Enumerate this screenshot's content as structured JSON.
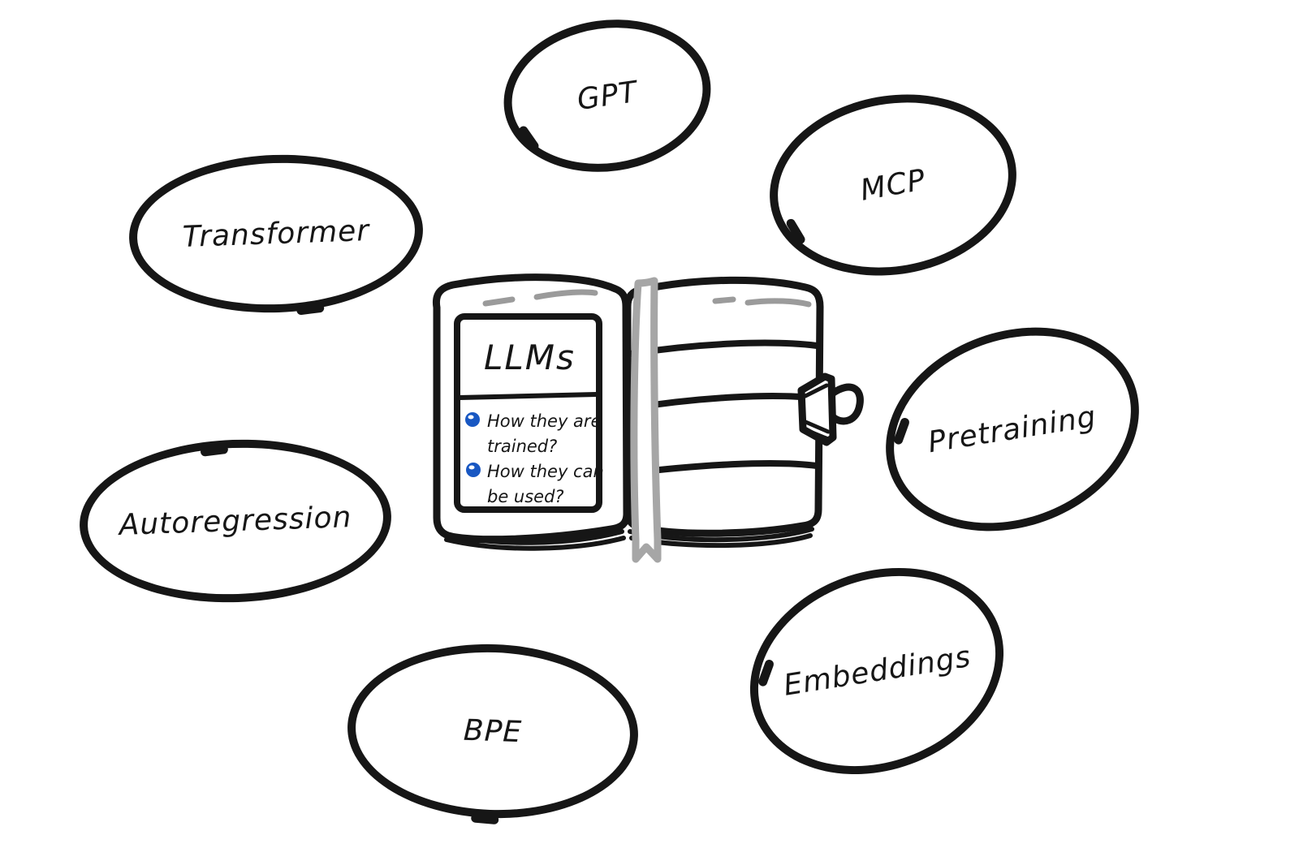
{
  "canvas": {
    "background": "#ffffff",
    "ink_color": "#161616"
  },
  "diagram": {
    "type": "mind-map",
    "center": {
      "title": "LLMs",
      "bullets": [
        {
          "line1": "How they are",
          "line2": "trained?"
        },
        {
          "line1": "How they can",
          "line2": "be used?"
        }
      ],
      "bullet_color": "#1857c2",
      "ribbon_color": "#a6a6a6",
      "dash_color": "#9b9b9b"
    },
    "topics": [
      {
        "id": "gpt",
        "label": "GPT"
      },
      {
        "id": "mcp",
        "label": "MCP"
      },
      {
        "id": "transformer",
        "label": "Transformer"
      },
      {
        "id": "pretraining",
        "label": "Pretraining"
      },
      {
        "id": "autoregression",
        "label": "Autoregression"
      },
      {
        "id": "embeddings",
        "label": "Embeddings"
      },
      {
        "id": "bpe",
        "label": "BPE"
      }
    ]
  }
}
